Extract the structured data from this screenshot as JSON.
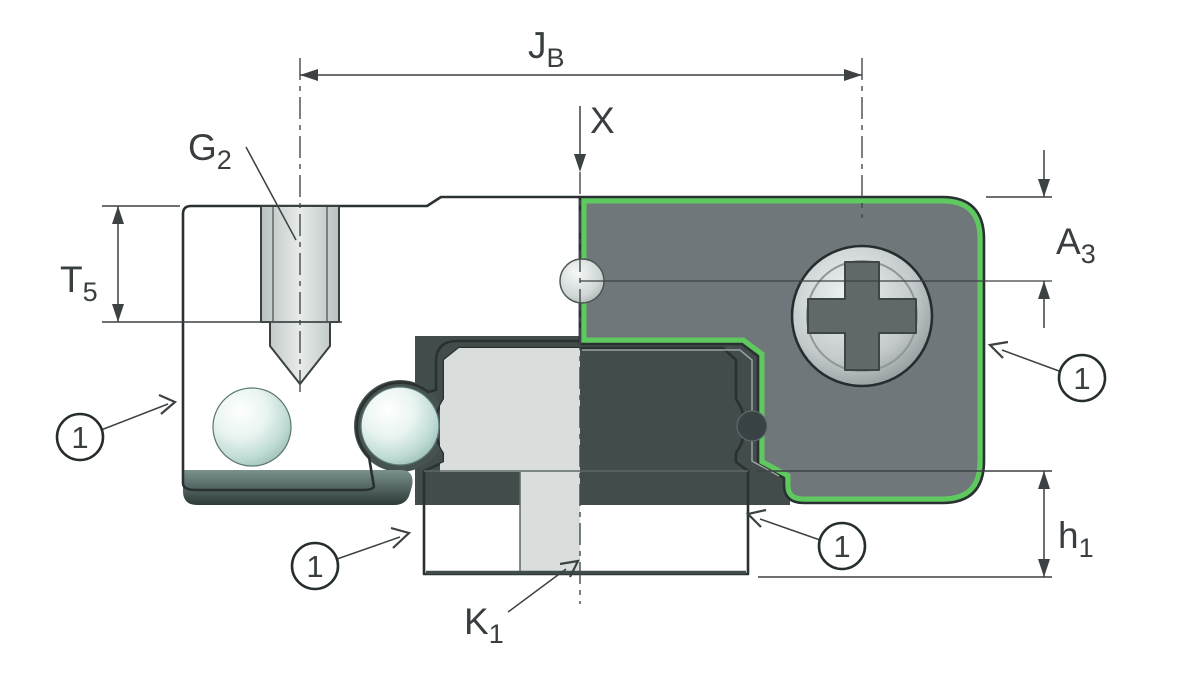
{
  "drawing": {
    "type": "technical-cross-section",
    "subject": "linear-guideway-carriage-section"
  },
  "labels": {
    "jb": {
      "base": "J",
      "sub": "B"
    },
    "x": {
      "base": "X",
      "sub": ""
    },
    "g2": {
      "base": "G",
      "sub": "2"
    },
    "t5": {
      "base": "T",
      "sub": "5"
    },
    "a3": {
      "base": "A",
      "sub": "3"
    },
    "h1": {
      "base": "h",
      "sub": "1"
    },
    "k1": {
      "base": "K",
      "sub": "1"
    }
  },
  "callouts": {
    "left": {
      "label": "1"
    },
    "bottom_left": {
      "label": "1"
    },
    "bottom_right": {
      "label": "1"
    },
    "right": {
      "label": "1"
    }
  },
  "colors": {
    "teal_body": "#aad5ce",
    "rail_mint": "#b7dcd5",
    "section_gray": "#d9dedd",
    "hole_gray": "#dfe3e2",
    "plate_gray": "#70777a",
    "seal_green": "#5ec95e",
    "line_dark": "#3c4143"
  }
}
